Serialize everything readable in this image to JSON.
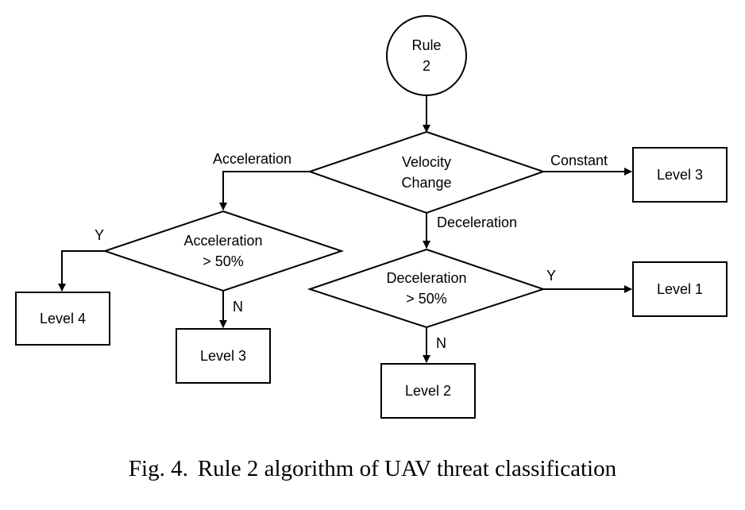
{
  "nodes": {
    "rule": {
      "line1": "Rule",
      "line2": "2"
    },
    "velocity_change": {
      "line1": "Velocity",
      "line2": "Change"
    },
    "level3_right": {
      "label": "Level 3"
    },
    "acceleration_check": {
      "line1": "Acceleration",
      "line2": "> 50%"
    },
    "deceleration_check": {
      "line1": "Deceleration",
      "line2": "> 50%"
    },
    "level4": {
      "label": "Level 4"
    },
    "level3_mid": {
      "label": "Level 3"
    },
    "level1": {
      "label": "Level 1"
    },
    "level2": {
      "label": "Level 2"
    }
  },
  "edges": {
    "acceleration": "Acceleration",
    "constant": "Constant",
    "deceleration": "Deceleration",
    "acc_yes": "Y",
    "acc_no": "N",
    "dec_yes": "Y",
    "dec_no": "N"
  },
  "caption": {
    "label": "Fig. 4.",
    "text": "Rule 2 algorithm of UAV threat classification"
  }
}
